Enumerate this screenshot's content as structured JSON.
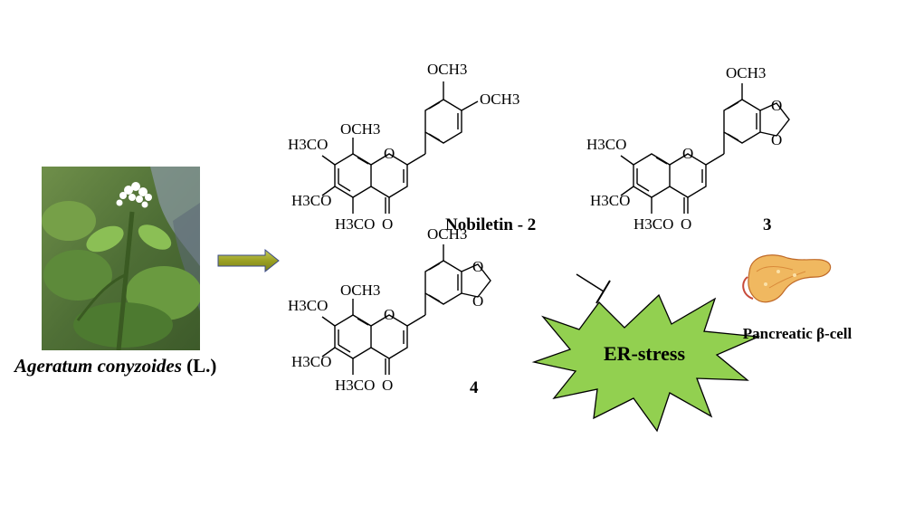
{
  "plant": {
    "genus_species": "Ageratum conyzoides",
    "authority": "(L.)"
  },
  "compounds": {
    "nobiletin": {
      "label": "Nobiletin - 2",
      "sub_h3co_top": "H3CO",
      "sub_och3_8": "OCH3",
      "sub_h3co_mid": "H3CO",
      "sub_h3co_bot": "H3CO",
      "sub_och3_3p": "OCH3",
      "sub_och3_4p": "OCH3",
      "ring_o": "O",
      "carbonyl_o": "O"
    },
    "compound3": {
      "label": "3",
      "sub_h3co_top": "H3CO",
      "sub_h3co_mid": "H3CO",
      "sub_h3co_bot": "H3CO",
      "sub_och3": "OCH3",
      "ring_o": "O",
      "carbonyl_o": "O",
      "diox_o1": "O",
      "diox_o2": "O"
    },
    "compound4": {
      "label": "4",
      "sub_h3co_top": "H3CO",
      "sub_och3_8": "OCH3",
      "sub_h3co_mid": "H3CO",
      "sub_h3co_bot": "H3CO",
      "sub_och3": "OCH3",
      "ring_o": "O",
      "carbonyl_o": "O",
      "diox_o1": "O",
      "diox_o2": "O"
    }
  },
  "er_stress": {
    "label": "ER-stress",
    "fill_color": "#92d050",
    "stroke_color": "#000000"
  },
  "target": {
    "label": "Pancreatic β-cell"
  },
  "arrow": {
    "fill_color": "#9aa024",
    "stroke_color": "#3a4a8a"
  }
}
